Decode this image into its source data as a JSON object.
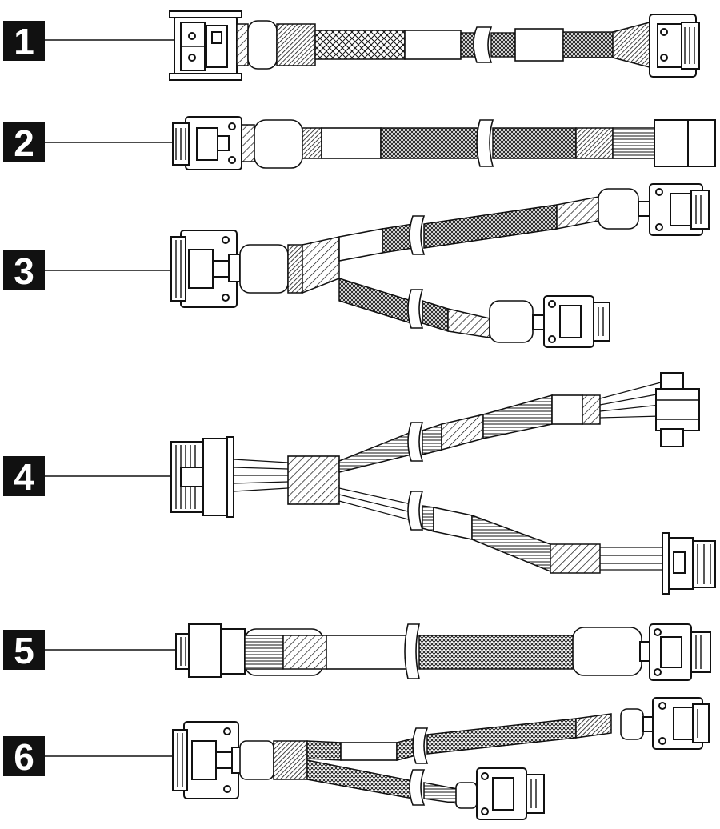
{
  "figure": {
    "callout_color": "#111111",
    "line_color": "#111111",
    "callouts": [
      {
        "number": "1",
        "cable": "cable-1"
      },
      {
        "number": "2",
        "cable": "cable-2"
      },
      {
        "number": "3",
        "cable": "cable-3"
      },
      {
        "number": "4",
        "cable": "cable-4"
      },
      {
        "number": "5",
        "cable": "cable-5"
      },
      {
        "number": "6",
        "cable": "cable-6"
      }
    ]
  }
}
